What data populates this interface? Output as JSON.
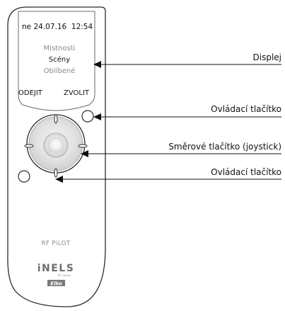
{
  "display": {
    "date_time": "ne 24.07.16  12:54",
    "menu": [
      {
        "label": "Místnosti",
        "selected": false
      },
      {
        "label": "Scény",
        "selected": true
      },
      {
        "label": "Oblíbené",
        "selected": false
      }
    ],
    "softkey_left": "ODEJIT",
    "softkey_right": "ZVOLIT"
  },
  "device": {
    "model_label": "RF PiLOT",
    "brand_logo": "iNELS",
    "brand_sublabel": "RF Control",
    "maker_logo": "Elko",
    "body_color": "#ffffff",
    "outline_color": "#2b2b2b",
    "joystick_fill": "#e6e6e6"
  },
  "callouts": [
    {
      "label": "Displej"
    },
    {
      "label": "Ovládací tlačítko"
    },
    {
      "label": "Směrové tlačítko (joystick)"
    },
    {
      "label": "Ovládací tlačítko"
    }
  ]
}
